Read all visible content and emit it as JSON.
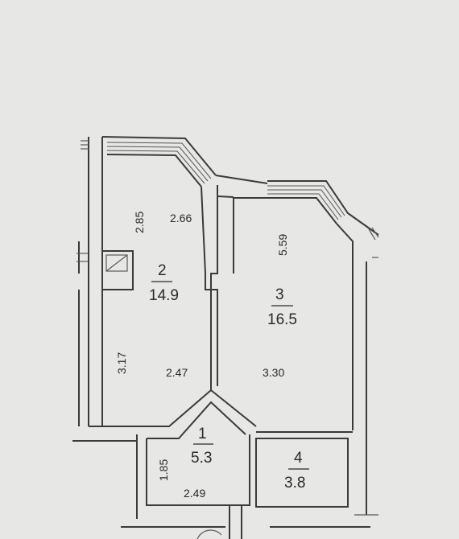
{
  "rooms": [
    {
      "number": "2",
      "area": "14.9",
      "dims": [
        "2.85",
        "2.66",
        "3.17",
        "2.47"
      ]
    },
    {
      "number": "3",
      "area": "16.5",
      "dims": [
        "5.59",
        "3.30"
      ]
    },
    {
      "number": "1",
      "area": "5.3",
      "dims": [
        "1.85",
        "2.49"
      ]
    },
    {
      "number": "4",
      "area": "3.8",
      "dims": []
    }
  ]
}
